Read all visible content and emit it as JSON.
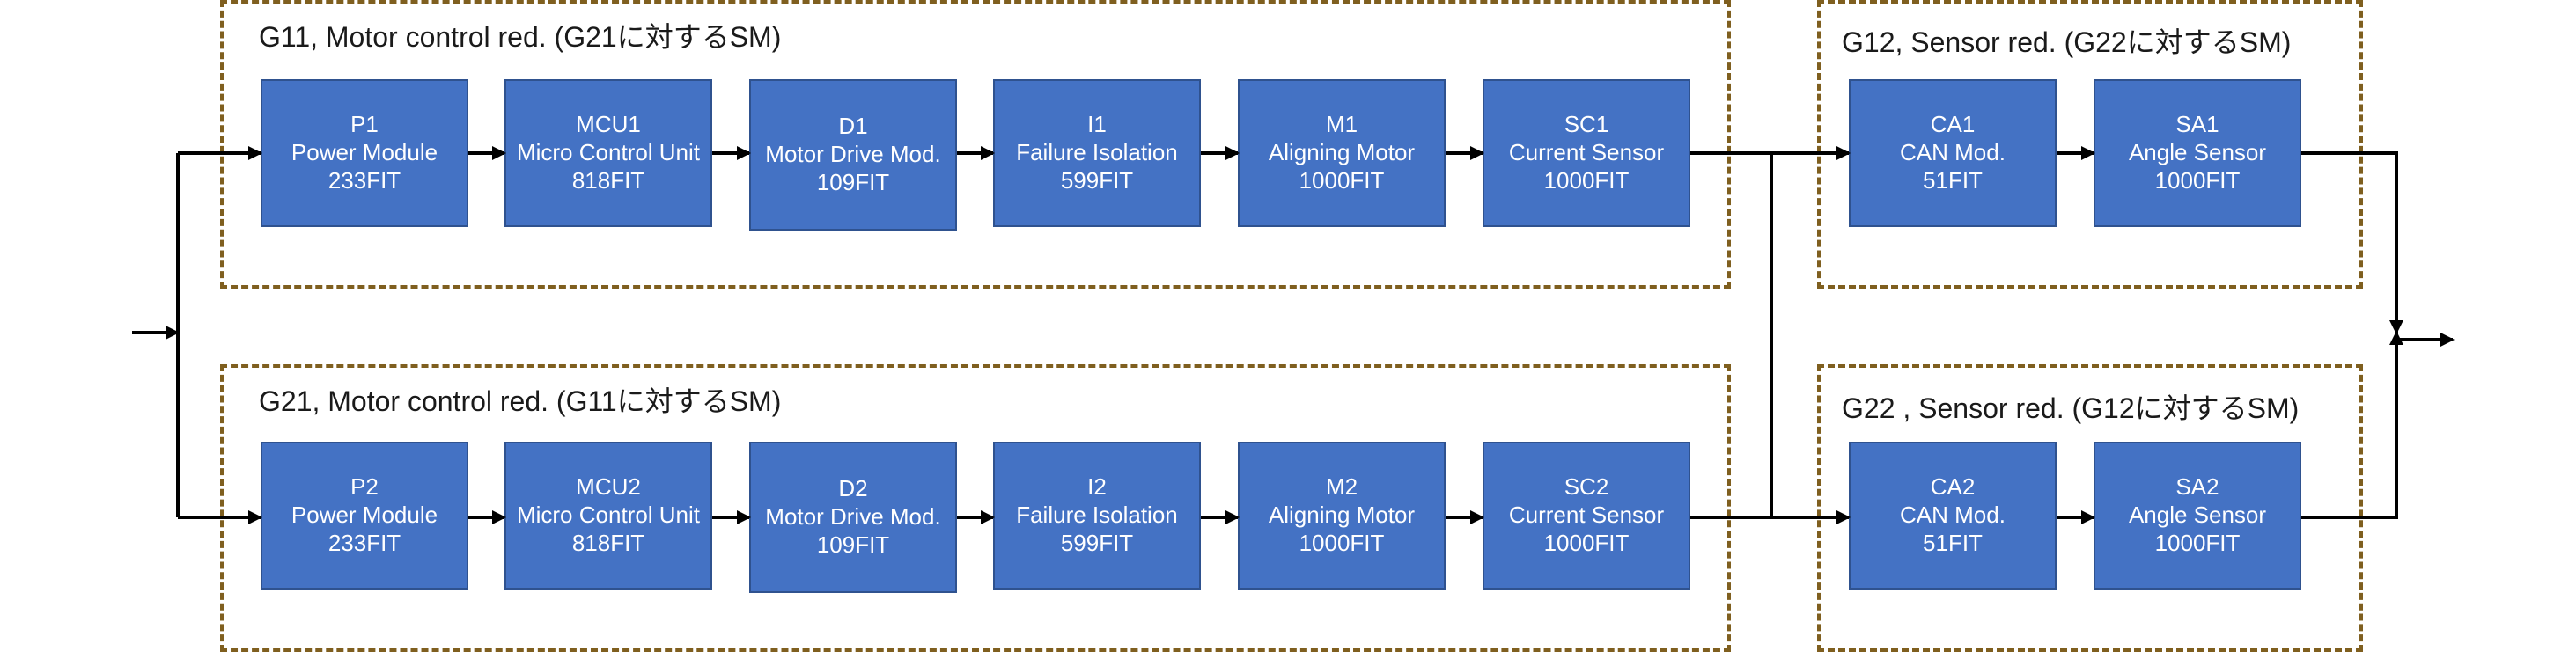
{
  "groups": {
    "g11": {
      "title": "G11, Motor control red. (G21に対するSM)"
    },
    "g21": {
      "title": "G21, Motor control red. (G11に対するSM)"
    },
    "g12": {
      "title": "G12, Sensor red. (G22に対するSM)"
    },
    "g22": {
      "title": "G22 , Sensor red. (G12に対するSM)"
    }
  },
  "row1": [
    {
      "id": "P1",
      "name": "Power Module",
      "fit": "233FIT"
    },
    {
      "id": "MCU1",
      "name": "Micro Control Unit",
      "fit": "818FIT"
    },
    {
      "id": "D1",
      "name": "Motor Drive Mod.",
      "fit": "109FIT"
    },
    {
      "id": "I1",
      "name": "Failure Isolation",
      "fit": "599FIT"
    },
    {
      "id": "M1",
      "name": "Aligning Motor",
      "fit": "1000FIT"
    },
    {
      "id": "SC1",
      "name": "Current Sensor",
      "fit": "1000FIT"
    },
    {
      "id": "CA1",
      "name": "CAN Mod.",
      "fit": "51FIT"
    },
    {
      "id": "SA1",
      "name": "Angle Sensor",
      "fit": "1000FIT"
    }
  ],
  "row2": [
    {
      "id": "P2",
      "name": "Power Module",
      "fit": "233FIT"
    },
    {
      "id": "MCU2",
      "name": "Micro Control Unit",
      "fit": "818FIT"
    },
    {
      "id": "D2",
      "name": "Motor Drive Mod.",
      "fit": "109FIT"
    },
    {
      "id": "I2",
      "name": "Failure Isolation",
      "fit": "599FIT"
    },
    {
      "id": "M2",
      "name": "Aligning Motor",
      "fit": "1000FIT"
    },
    {
      "id": "SC2",
      "name": "Current Sensor",
      "fit": "1000FIT"
    },
    {
      "id": "CA2",
      "name": "CAN Mod.",
      "fit": "51FIT"
    },
    {
      "id": "SA2",
      "name": "Angle Sensor",
      "fit": "1000FIT"
    }
  ],
  "colors": {
    "block_fill": "#4472c4",
    "block_border": "#2f528f",
    "group_border": "#7f5f1f",
    "wire": "#000000"
  }
}
